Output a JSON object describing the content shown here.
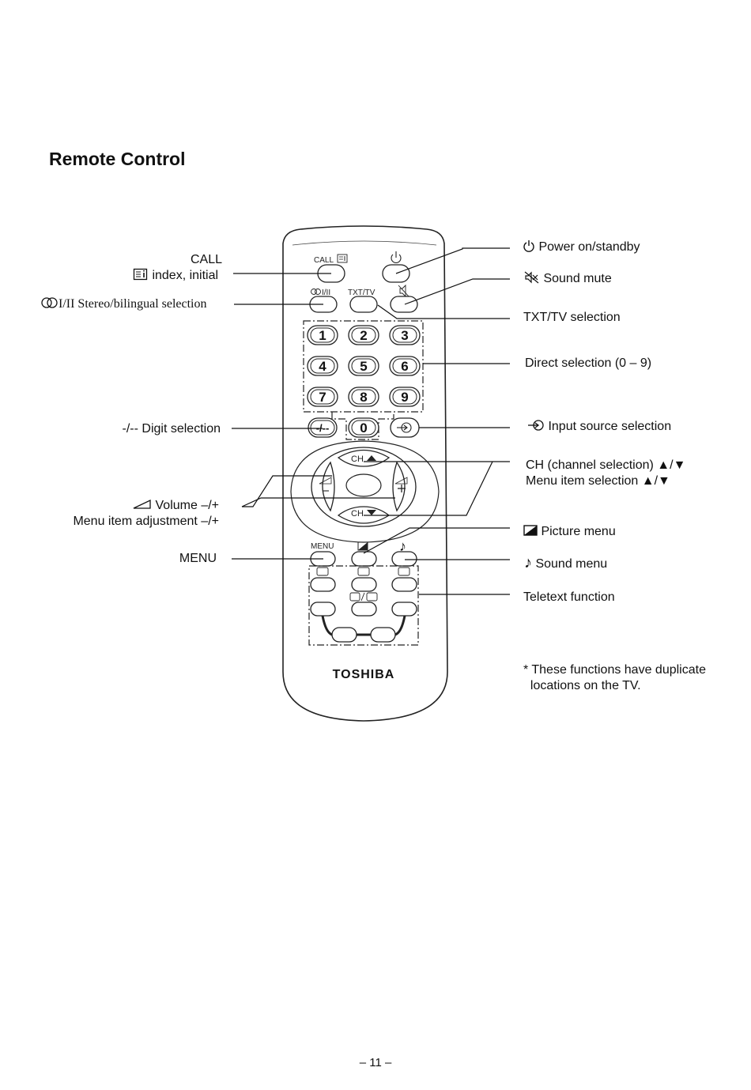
{
  "page": {
    "title": "Remote Control",
    "page_number": "– 11 –",
    "note": "* These functions have duplicate\n  locations on the TV."
  },
  "left_labels": {
    "call": "CALL",
    "index": "index, initial",
    "stereo": "I/II Stereo/bilingual selection",
    "digit": "-/-- Digit selection",
    "volume": "Volume –/+",
    "menu_adjust": "Menu item adjustment –/+",
    "menu": "MENU"
  },
  "right_labels": {
    "power": "Power on/standby",
    "mute": "Sound mute",
    "txt_tv": "TXT/TV selection",
    "direct": "Direct selection (0 – 9)",
    "input": "Input source selection",
    "ch": "CH (channel selection) ▲/▼",
    "menu_item_sel": "Menu item selection ▲/▼",
    "picture": "Picture menu",
    "sound_menu": "Sound menu",
    "teletext": "Teletext function"
  },
  "remote": {
    "brand": "TOSHIBA",
    "button_labels": {
      "call": "CALL",
      "stereo": "I/II",
      "txt_tv": "TXT/TV",
      "menu": "MENU",
      "ch": "CH",
      "digit": "-/--",
      "sound_note": "♪"
    },
    "digits": [
      "1",
      "2",
      "3",
      "4",
      "5",
      "6",
      "7",
      "8",
      "9",
      "0"
    ]
  }
}
